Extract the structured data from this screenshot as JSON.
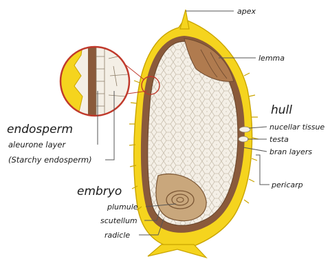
{
  "diagram": {
    "labels": {
      "apex": "apex",
      "lemma": "lemma",
      "hull": "hull",
      "nucellar_tissue": "nucellar tissue",
      "testa": "testa",
      "bran_layers": "bran layers",
      "pericarp": "pericarp",
      "endosperm": "endosperm",
      "aleurone_layer": "aleurone layer",
      "starchy_endosperm": "(Starchy endosperm)",
      "embryo": "embryo",
      "plumule": "plumule",
      "scutellum": "scutellum",
      "radicle": "radicle"
    },
    "colors": {
      "hull": "#f5d41e",
      "hull_edge": "#c9a400",
      "lemma": "#b07b4f",
      "bran": "#8a5a3b",
      "endosperm_fill": "#f4efe6",
      "cell_line": "#c9bfae",
      "embryo": "#c9a77c",
      "leader": "#555555",
      "magnifier_ring": "#c0392b"
    }
  }
}
